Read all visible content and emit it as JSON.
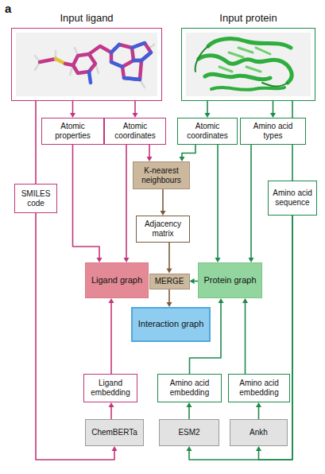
{
  "diagram": {
    "nodes": [
      {
        "text": [
          "Input ligand"
        ]
      },
      {
        "text": [
          "Input protein"
        ]
      },
      {
        "text": [
          "Atomic properties"
        ]
      },
      {
        "text": [
          "Atomic coordinates"
        ]
      },
      {
        "text": [
          "Atomic coordinates"
        ]
      },
      {
        "text": [
          "Amino acid types"
        ]
      },
      {
        "text": [
          "SMILES code"
        ]
      },
      {
        "text": [
          "K-nearest neighbours"
        ]
      },
      {
        "text": [
          "Amino acid sequence"
        ]
      },
      {
        "text": [
          "Adjacency matrix"
        ]
      },
      {
        "text": [
          "Ligand graph"
        ]
      },
      {
        "text": [
          "MERGE"
        ]
      },
      {
        "text": [
          "Protein graph"
        ]
      },
      {
        "text": [
          "Interaction graph"
        ]
      },
      {
        "text": [
          "Ligand embedding"
        ]
      },
      {
        "text": [
          "Amino acid embedding"
        ]
      },
      {
        "text": [
          "Amino acid embedding"
        ]
      },
      {
        "text": [
          "ChemBERTa"
        ]
      },
      {
        "text": [
          "ESM2"
        ]
      },
      {
        "text": [
          "Ankh"
        ]
      }
    ],
    "edges": [
      {
        "from": 0,
        "to": 2,
        "arrow": "to"
      },
      {
        "from": 0,
        "to": 3,
        "arrow": "to"
      },
      {
        "from": 1,
        "to": 4,
        "arrow": "to"
      },
      {
        "from": 1,
        "to": 5,
        "arrow": "to"
      },
      {
        "from": 0,
        "to": 6,
        "arrow": "none"
      },
      {
        "from": 1,
        "to": 8,
        "arrow": "none"
      },
      {
        "from": 3,
        "to": 7,
        "arrow": "to"
      },
      {
        "from": 4,
        "to": 7,
        "arrow": "to"
      },
      {
        "from": 2,
        "to": 10,
        "arrow": "to"
      },
      {
        "from": 3,
        "to": 10,
        "arrow": "to"
      },
      {
        "from": 4,
        "to": 12,
        "arrow": "to"
      },
      {
        "from": 5,
        "to": 12,
        "arrow": "to"
      },
      {
        "from": 7,
        "to": 9,
        "arrow": "to"
      },
      {
        "from": 9,
        "to": 11,
        "arrow": "to"
      },
      {
        "from": 10,
        "to": 11,
        "arrow": "to"
      },
      {
        "from": 12,
        "to": 11,
        "arrow": "to"
      },
      {
        "from": 11,
        "to": 13,
        "arrow": "to"
      },
      {
        "from": 6,
        "to": 17,
        "arrow": "to"
      },
      {
        "from": 8,
        "to": 18,
        "arrow": "to"
      },
      {
        "from": 8,
        "to": 19,
        "arrow": "to"
      },
      {
        "from": 17,
        "to": 14,
        "arrow": "to"
      },
      {
        "from": 18,
        "to": 15,
        "arrow": "to"
      },
      {
        "from": 19,
        "to": 16,
        "arrow": "to"
      },
      {
        "from": 14,
        "to": 10,
        "arrow": "to"
      },
      {
        "from": 15,
        "to": 12,
        "arrow": "to"
      },
      {
        "from": 16,
        "to": 12,
        "arrow": "to"
      }
    ],
    "labels": [
      "a"
    ]
  }
}
